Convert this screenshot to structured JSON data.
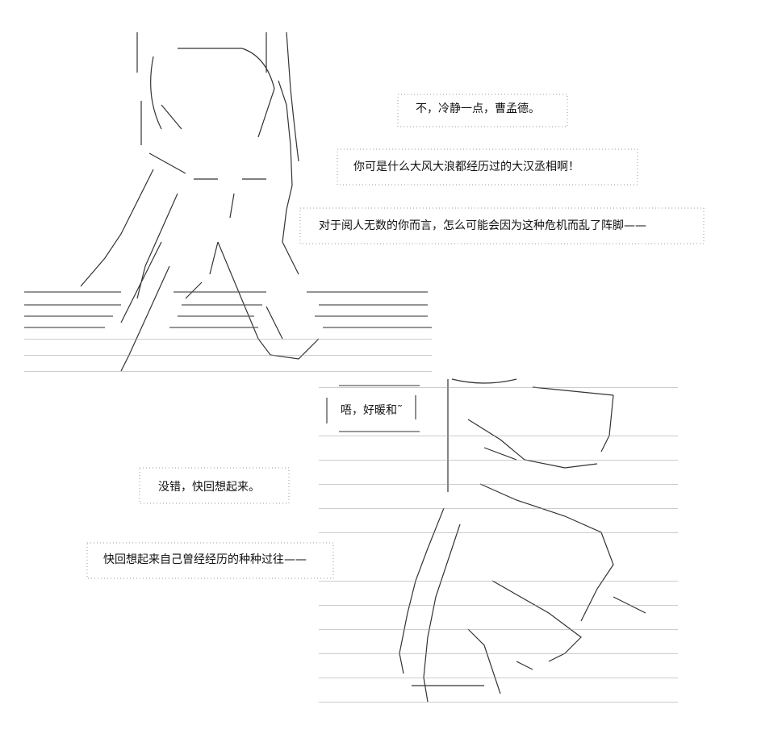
{
  "captions": {
    "line1": "不，冷静一点，曹孟德。",
    "line2": "你可是什么大风大浪都经历过的大汉丞相啊！",
    "line3": "对于阅人无数的你而言，怎么可能会因为这种危机而乱了阵脚——",
    "bubble": "唔，好暖和˜",
    "line4": "没错，快回想起来。",
    "line5": "快回想起来自己曾经经历的种种过往——"
  }
}
